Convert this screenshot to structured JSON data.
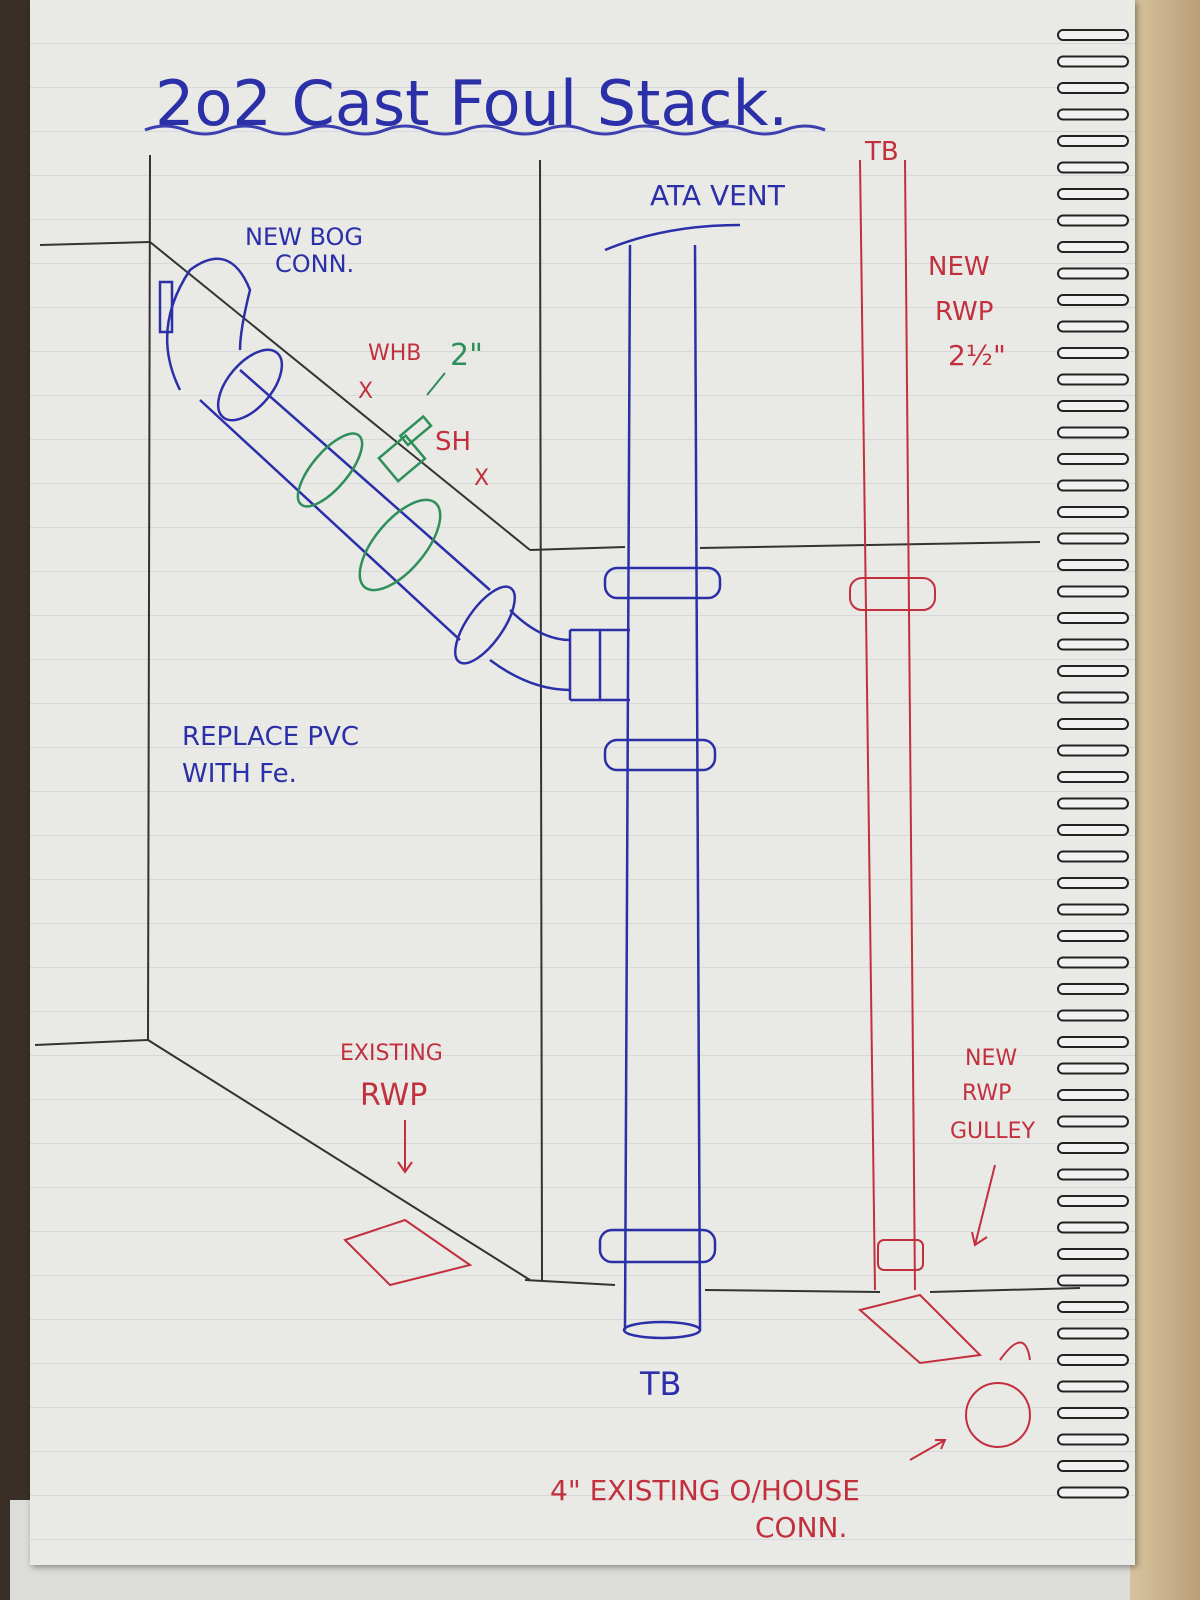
{
  "title": "2o2 Cast Foul Stack.",
  "labels": {
    "new_bog_conn_1": "NEW BOG",
    "new_bog_conn_2": "CONN.",
    "whb": "WHB",
    "two_inch": "2\"",
    "sh": "SH",
    "ata_vent": "ATA VENT",
    "tb_top": "TB",
    "new_rwp_1": "NEW",
    "new_rwp_2": "RWP",
    "new_rwp_3": "2½\"",
    "replace_1": "REPLACE PVC",
    "replace_2": "WITH Fe.",
    "existing_rwp_1": "EXISTING",
    "existing_rwp_2": "RWP",
    "gulley_1": "NEW",
    "gulley_2": "RWP",
    "gulley_3": "GULLEY",
    "tb_bottom": "TB",
    "house_conn_1": "4\" EXISTING O/HOUSE",
    "house_conn_2": "CONN.",
    "cross_mark": "X"
  },
  "colors": {
    "blue_ink": "#2b2fa8",
    "red_ink": "#c2303d",
    "green_ink": "#2e8f5a",
    "pencil": "#333333"
  }
}
